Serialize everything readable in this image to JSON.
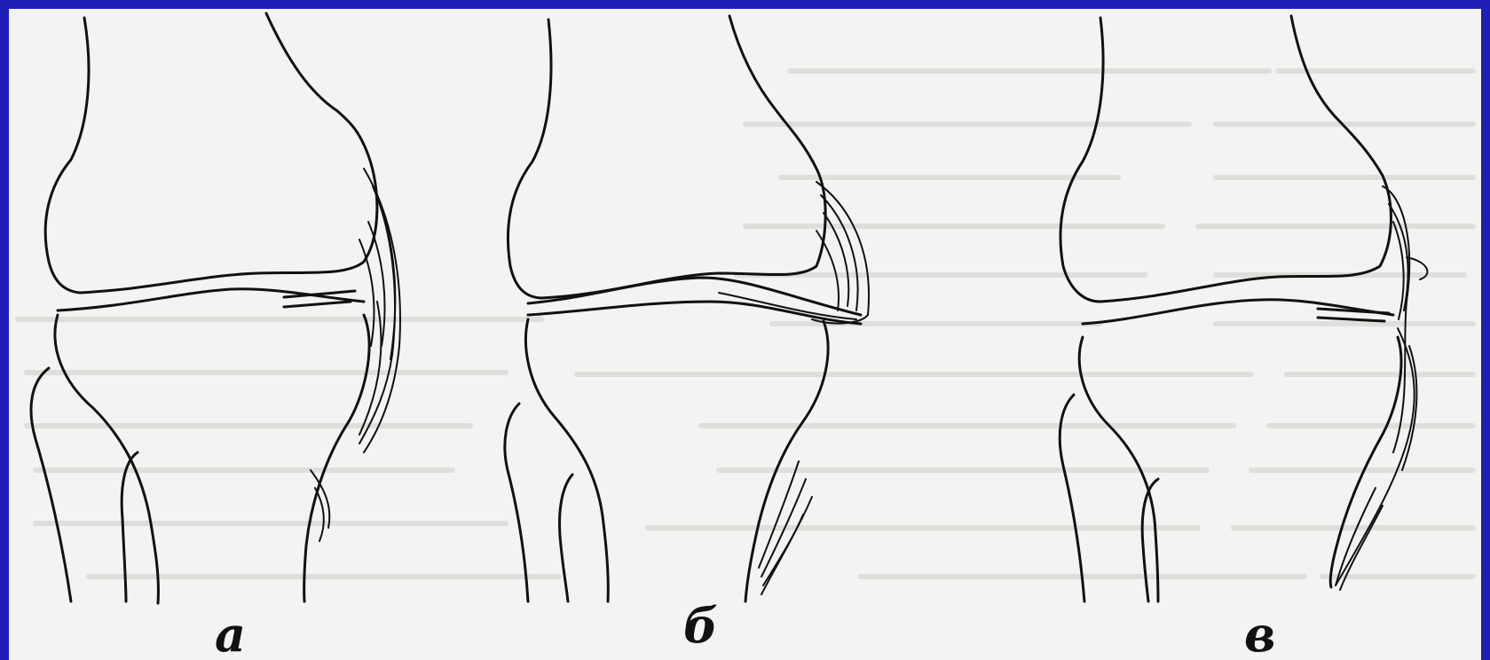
{
  "panels": [
    {
      "id": "a",
      "label": "а"
    },
    {
      "id": "b",
      "label": "б"
    },
    {
      "id": "v",
      "label": "в"
    }
  ],
  "colors": {
    "border": "#1e1eb4",
    "paper": "#f3f3f1",
    "ink": "#111111"
  }
}
